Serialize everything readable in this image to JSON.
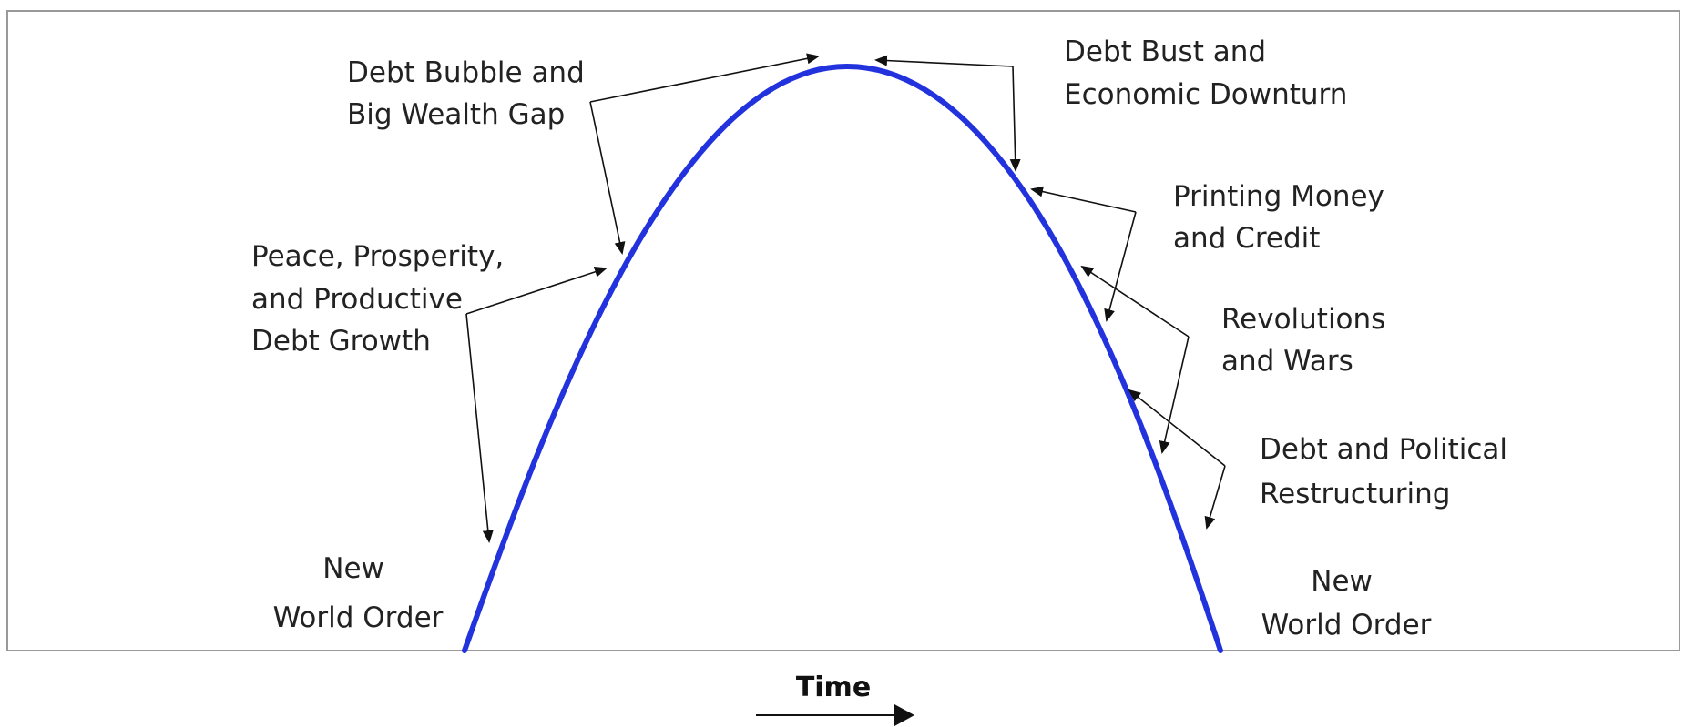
{
  "diagram": {
    "colors": {
      "curve": "#2233dd",
      "frame": "#999999",
      "arrow": "#111111",
      "text": "#222222"
    },
    "labels": {
      "new_world_order_left": [
        "New",
        "World Order"
      ],
      "new_world_order_right": [
        "New",
        "World Order"
      ],
      "peace_prosperity": [
        "Peace, Prosperity,",
        "and Productive",
        "Debt Growth"
      ],
      "debt_bubble": [
        "Debt Bubble and",
        "Big Wealth Gap"
      ],
      "debt_bust": [
        "Debt Bust and",
        "Economic Downturn"
      ],
      "printing_money": [
        "Printing Money",
        "and Credit"
      ],
      "revolutions": [
        "Revolutions",
        "and Wars"
      ],
      "restructuring": [
        "Debt and Political",
        "Restructuring"
      ]
    },
    "axis": {
      "time_label": "Time"
    }
  }
}
